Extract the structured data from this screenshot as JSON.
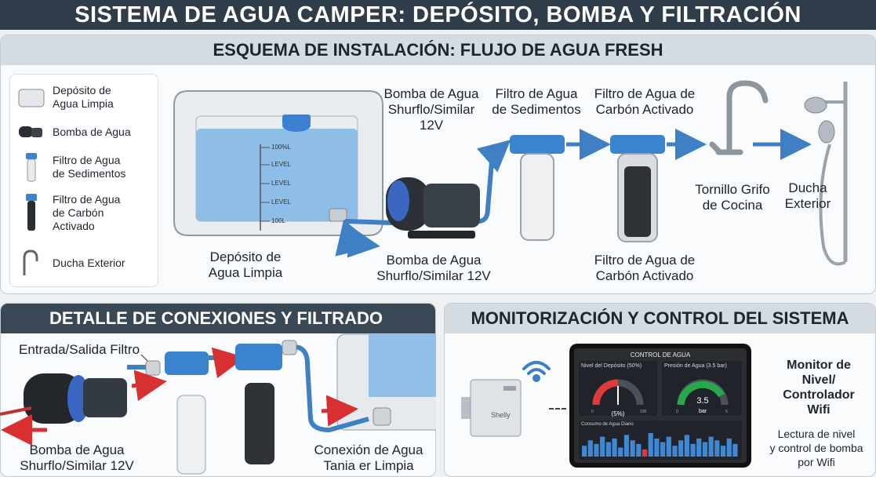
{
  "title": "SISTEMA DE AGUA CAMPER: DEPÓSITO, BOMBA Y FILTRACIÓN",
  "top_panel": {
    "heading": "ESQUEMA DE INSTALACIÓN: FLUJO DE AGUA FRESH",
    "legend": [
      {
        "label": "Depósito de\nAgua Limpia",
        "icon": "tank-icon"
      },
      {
        "label": "Bomba de Agua",
        "icon": "pump-icon"
      },
      {
        "label": "Filtro de Agua\nde Sedimentos",
        "icon": "sediment-filter-icon"
      },
      {
        "label": "Filtro de Agua\nde Carbón\nActivado",
        "icon": "carbon-filter-icon"
      },
      {
        "label": "Ducha Exterior",
        "icon": "shower-hose-icon"
      }
    ],
    "tank_label": "Depósito de\nAgua Limpia",
    "tank_marks": [
      "100%L",
      "LEVEL",
      "LEVEL",
      "LEVEL",
      "100L"
    ],
    "pump_label_top": "Bomba de Agua\nShurflo/Similar\n12V",
    "pump_label_bottom": "Bomba de Agua\nShurflo/Similar 12V",
    "sediment_label": "Filtro de Agua\nde Sedimentos",
    "carbon_label_top": "Filtro de Agua de\nCarbón Activado",
    "carbon_label_bottom": "Filtro de Agua de\nCarbón Activado",
    "faucet_label": "Tornillo Grifo\nde Cocina",
    "shower_label": "Ducha\nExterior"
  },
  "bottom_left": {
    "heading": "DETALLE DE CONEXIONES Y FILTRADO",
    "inlet_label": "Entrada/Salida Filtro",
    "pump_label": "Bomba de Agua\nShurflo/Similar 12V",
    "connection_label": "Conexión de Agua\nTania er Limpia"
  },
  "bottom_right": {
    "heading": "MONITORIZACIÓN Y CONTROL DEL SISTEMA",
    "device_text": "Shelly",
    "app_title": "CONTROL DE AGUA",
    "gauge1_title": "Nivel del Depósito (50%)",
    "gauge1_value": "(5%)",
    "gauge1_min": "0",
    "gauge1_max": "100",
    "gauge2_title": "Presión de Agua (3.5 bar)",
    "gauge2_value": "3.5",
    "gauge2_unit": "bar",
    "gauge2_min": "0",
    "gauge2_max": "5",
    "chart_title": "Consumo de Agua Diario",
    "monitor_title": "Monitor de\nNivel/\nControlador\nWifi",
    "monitor_desc": "Lectura de nivel\ny control de bomba\npor Wifi",
    "usage_bars": [
      6,
      9,
      7,
      11,
      8,
      10,
      5,
      12,
      9,
      7,
      4,
      13,
      10,
      8,
      11,
      6,
      9,
      12,
      7,
      10,
      8,
      11,
      9,
      6,
      10,
      7
    ],
    "usage_highlight_index": 10,
    "colors": {
      "accent": "#3f89d4",
      "warn": "#e0393a",
      "good": "#27a84a"
    }
  }
}
